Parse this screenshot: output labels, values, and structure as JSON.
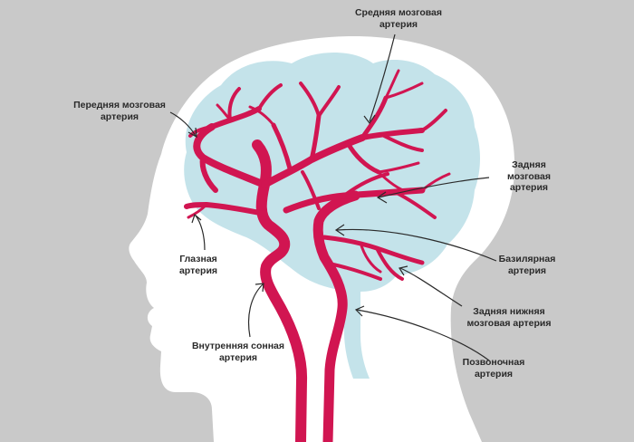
{
  "labels": {
    "middle_cerebral": "Средняя мозговая\nартерия",
    "anterior_cerebral": "Передняя мозговая\nартерия",
    "posterior_cerebral": "Задняя\nмозговая\nартерия",
    "ophthalmic": "Глазная\nартерия",
    "basilar": "Базилярная\nартерия",
    "posterior_inferior_cerebral": "Задняя нижняя\nмозговая артерия",
    "internal_carotid": "Внутренняя сонная\nартерия",
    "vertebral": "Позвоночная\nартерия"
  },
  "colors": {
    "background": "#c9c9c9",
    "head": "#ffffff",
    "brain": "#c4e3ea",
    "artery": "#d11551",
    "arrow": "#2a2a2a"
  }
}
